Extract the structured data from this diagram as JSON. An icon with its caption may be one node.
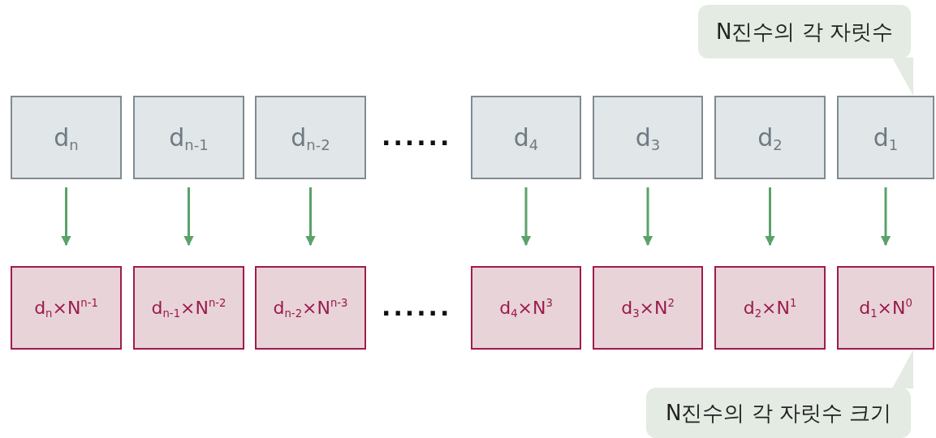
{
  "diagram": {
    "nodes": [
      {
        "text": [
          "N진수의 각 자릿수"
        ]
      },
      {
        "text": [
          "d$_{n}$"
        ]
      },
      {
        "text": [
          "d$_{n-1}$"
        ]
      },
      {
        "text": [
          "d$_{n-2}$"
        ]
      },
      {
        "text": [
          "d$_{4}$"
        ]
      },
      {
        "text": [
          "d$_{3}$"
        ]
      },
      {
        "text": [
          "d$_{2}$"
        ]
      },
      {
        "text": [
          "d$_{1}$"
        ]
      },
      {
        "text": [
          "d$_{n}$×N$^{n-1}$"
        ]
      },
      {
        "text": [
          "d$_{n-1}$×N$^{n-2}$"
        ]
      },
      {
        "text": [
          "d$_{n-2}$×N$^{n-3}$"
        ]
      },
      {
        "text": [
          "d$_{4}$×N$^{3}$"
        ]
      },
      {
        "text": [
          "d$_{3}$×N$^{2}$"
        ]
      },
      {
        "text": [
          "d$_{2}$×N$^{1}$"
        ]
      },
      {
        "text": [
          "d$_{1}$×N$^{0}$"
        ]
      },
      {
        "text": [
          "N진수의 각 자릿수 크기"
        ]
      }
    ],
    "edges": [
      {
        "from": 1,
        "to": 8,
        "arrow": "to"
      },
      {
        "from": 2,
        "to": 9,
        "arrow": "to"
      },
      {
        "from": 3,
        "to": 10,
        "arrow": "to"
      },
      {
        "from": 4,
        "to": 11,
        "arrow": "to"
      },
      {
        "from": 5,
        "to": 12,
        "arrow": "to"
      },
      {
        "from": 6,
        "to": 13,
        "arrow": "to"
      },
      {
        "from": 7,
        "to": 14,
        "arrow": "to"
      },
      {
        "from": 0,
        "to": 7,
        "arrow": "none"
      },
      {
        "from": 15,
        "to": 14,
        "arrow": "none"
      }
    ],
    "labels": [
      "......",
      "......"
    ]
  }
}
